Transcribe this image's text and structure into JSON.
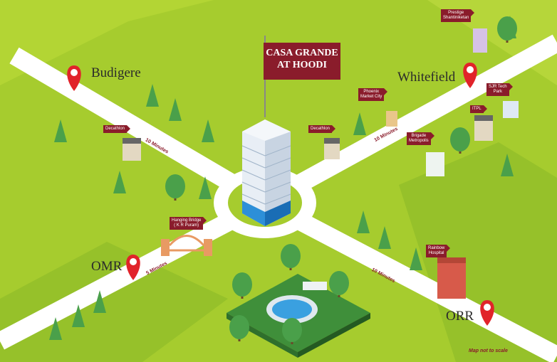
{
  "project_banner": {
    "line1": "CASA GRANDE",
    "line2": "AT HOODI"
  },
  "places": {
    "budigere": "Budigere",
    "whitefield": "Whitefield",
    "omr": "OMR",
    "orr": "ORR"
  },
  "travel_times": {
    "budigere": "10 Minutes",
    "whitefield": "10 Minutes",
    "omr": "5 Minutes",
    "orr": "10 Minutes"
  },
  "landmarks": {
    "decathlon_left": "Decathlon",
    "decathlon_center": "Decathlon",
    "phoenix": [
      "Phoenix",
      "Market City"
    ],
    "prestige": [
      "Prestige",
      "Shantiniketan"
    ],
    "sjr": [
      "SJR Tech",
      "Park"
    ],
    "itpl": "ITPL",
    "brigade": [
      "Brigade",
      "Metropolis"
    ],
    "hanging_bridge": [
      "Hanging Bridge",
      "( K R Puram)"
    ],
    "rainbow": [
      "Rainbow",
      "Hospital"
    ]
  },
  "footnote": "Map not to scale",
  "colors": {
    "grass": "#a6cc2e",
    "grass_dark": "#8cbb28",
    "road": "#ffffff",
    "flag": "#8a1c2b",
    "pin": "#e1232a",
    "tree": "#4aa04a"
  }
}
